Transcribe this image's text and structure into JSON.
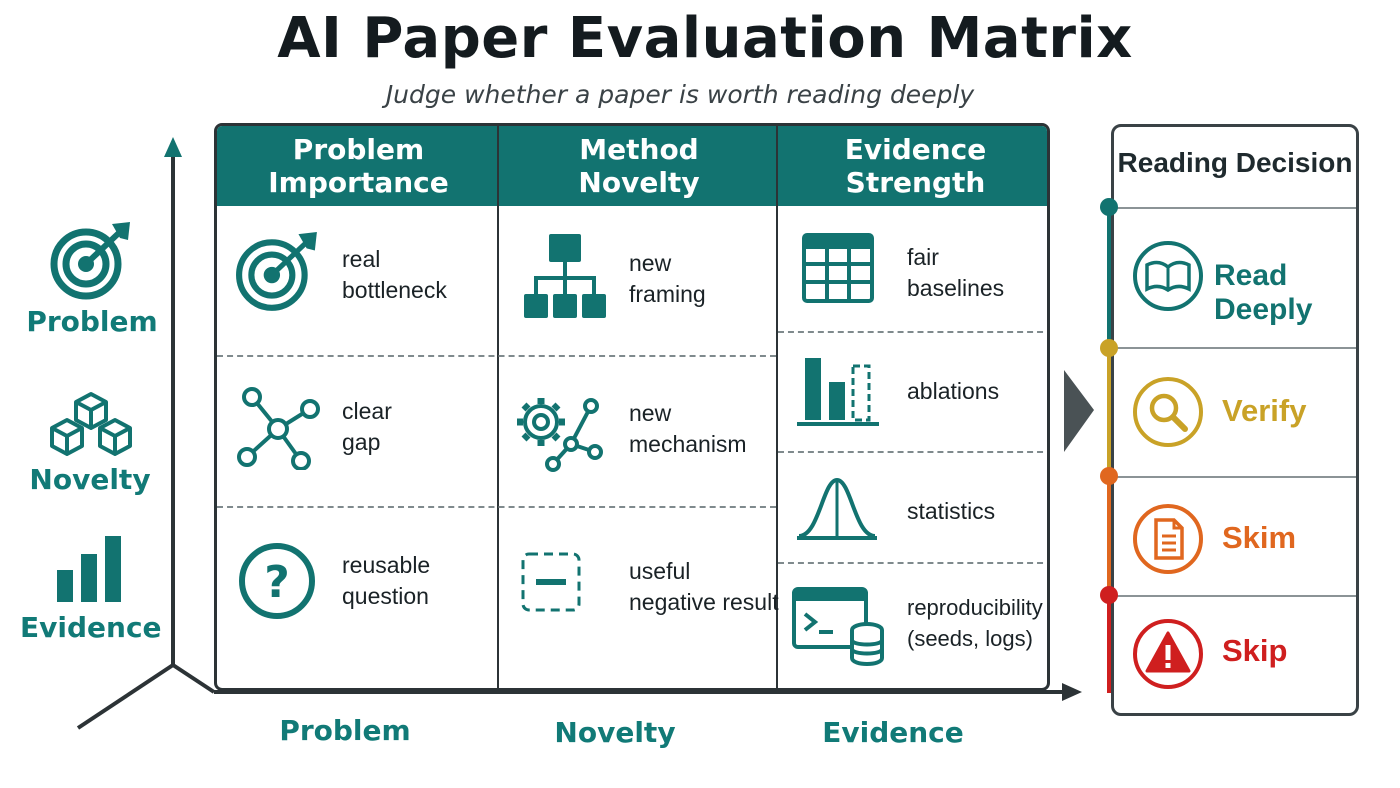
{
  "title": "AI Paper Evaluation Matrix",
  "subtitle": "Judge whether a paper is worth reading deeply",
  "left_axis": [
    {
      "label": "Problem",
      "icon": "target-icon"
    },
    {
      "label": "Novelty",
      "icon": "cubes-icon"
    },
    {
      "label": "Evidence",
      "icon": "bar-chart-icon"
    }
  ],
  "columns": [
    {
      "header_line1": "Problem",
      "header_line2": "Importance",
      "cells": [
        {
          "text": "real\nbottleneck",
          "icon": "target-icon"
        },
        {
          "text": "clear\ngap",
          "icon": "network-icon"
        },
        {
          "text": "reusable\nquestion",
          "icon": "question-icon"
        }
      ]
    },
    {
      "header_line1": "Method",
      "header_line2": "Novelty",
      "cells": [
        {
          "text": "new\nframing",
          "icon": "hierarchy-icon"
        },
        {
          "text": "new\nmechanism",
          "icon": "gear-network-icon"
        },
        {
          "text": "useful\nnegative result",
          "icon": "dashed-minus-icon"
        }
      ]
    },
    {
      "header_line1": "Evidence",
      "header_line2": "Strength",
      "cells": [
        {
          "text": "fair\nbaselines",
          "icon": "table-icon"
        },
        {
          "text": "ablations",
          "icon": "ablation-bars-icon"
        },
        {
          "text": "statistics",
          "icon": "bell-curve-icon"
        },
        {
          "text": "reproducibility\n(seeds, logs)",
          "icon": "terminal-database-icon"
        }
      ]
    }
  ],
  "bottom_axis": [
    "Problem",
    "Novelty",
    "Evidence"
  ],
  "decision": {
    "title": "Reading Decision",
    "options": [
      {
        "label": "Read Deeply",
        "color": "#127370",
        "icon": "book-icon"
      },
      {
        "label": "Verify",
        "color": "#c9a227",
        "icon": "magnifier-icon"
      },
      {
        "label": "Skim",
        "color": "#e0671f",
        "icon": "document-icon"
      },
      {
        "label": "Skip",
        "color": "#cf1f1f",
        "icon": "warning-icon"
      }
    ]
  },
  "colors": {
    "teal": "#127370",
    "dark": "#2c3336",
    "gold": "#c9a227",
    "orange": "#e0671f",
    "red": "#cf1f1f"
  }
}
